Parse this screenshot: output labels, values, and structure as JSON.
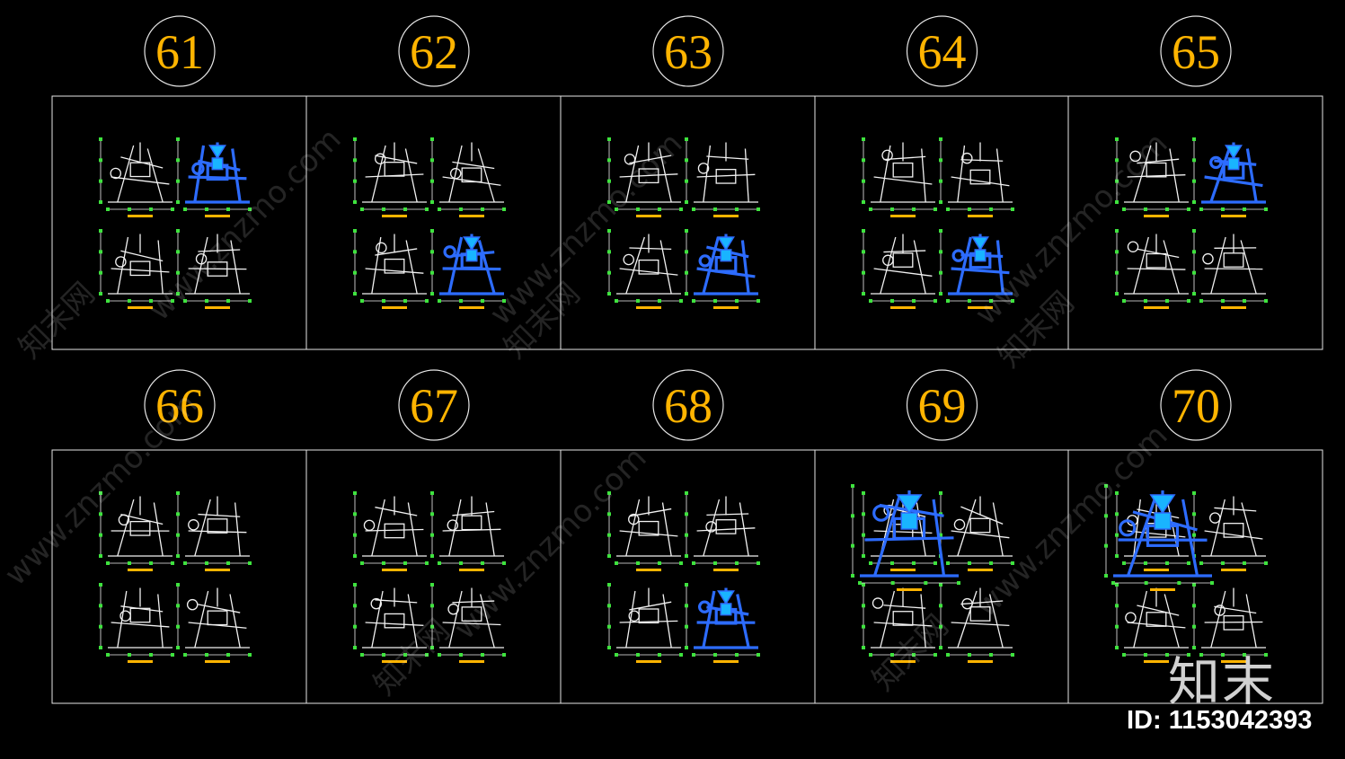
{
  "sheet": {
    "colors": {
      "background": "#000000",
      "frame": "#e6e6e6",
      "number": "#ffb400",
      "drawing_line": "#f2f2f2",
      "highlight": "#2d6cff",
      "highlight_fill": "#19b4ff",
      "dimension": "#3ee33e",
      "label_bar": "#ffb400"
    },
    "panels": [
      {
        "number": "61"
      },
      {
        "number": "62"
      },
      {
        "number": "63"
      },
      {
        "number": "64"
      },
      {
        "number": "65"
      },
      {
        "number": "66"
      },
      {
        "number": "67"
      },
      {
        "number": "68"
      },
      {
        "number": "69"
      },
      {
        "number": "70"
      }
    ]
  },
  "watermark": {
    "site_text": "www.znzmo.com",
    "cn_text": "知末网",
    "brand_text": "知末",
    "id_text": "ID: 1153042393"
  }
}
